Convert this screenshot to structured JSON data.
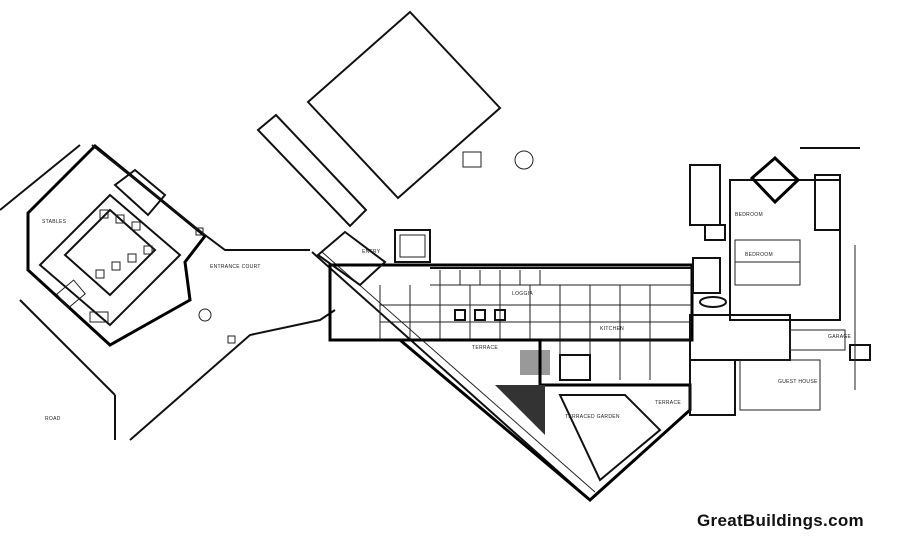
{
  "plan": {
    "labels": {
      "stables": "STABLES",
      "entrance_court": "ENTRANCE COURT",
      "road": "ROAD",
      "loggia": "LOGGIA",
      "terrace": "TERRACE",
      "terrace2": "TERRACE",
      "bedroom": "BEDROOM",
      "guest_house": "GUEST HOUSE",
      "garage": "GARAGE",
      "terraced_garden": "TERRACED GARDEN",
      "entry": "ENTRY",
      "kitchen": "KITCHEN",
      "bedroom2": "BEDROOM"
    }
  },
  "watermark": "GreatBuildings.com"
}
